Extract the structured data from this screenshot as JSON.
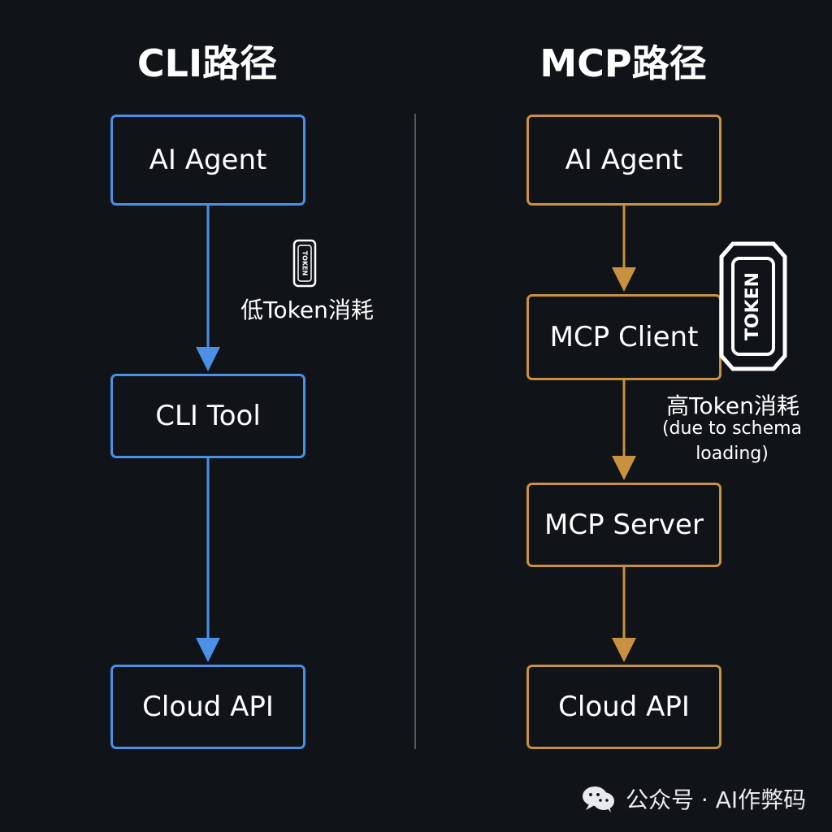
{
  "titles": {
    "left": "CLI路径",
    "right": "MCP路径"
  },
  "left": {
    "agent": "AI Agent",
    "tool": "CLI Tool",
    "api": "Cloud API",
    "token_badge": "TOKEN",
    "token_label": "低Token消耗"
  },
  "right": {
    "agent": "AI Agent",
    "client": "MCP Client",
    "server": "MCP Server",
    "api": "Cloud API",
    "token_badge": "TOKEN",
    "token_label": "高Token消耗",
    "token_sub": "(due to schema loading)"
  },
  "watermark": {
    "text": "公众号 · AI作弊码"
  },
  "colors": {
    "blue": "#4b8fe6",
    "gold": "#c8913f",
    "background": "#101318"
  },
  "icons": {
    "token_icon": "token-badge-icon",
    "wechat_icon": "wechat-icon"
  }
}
